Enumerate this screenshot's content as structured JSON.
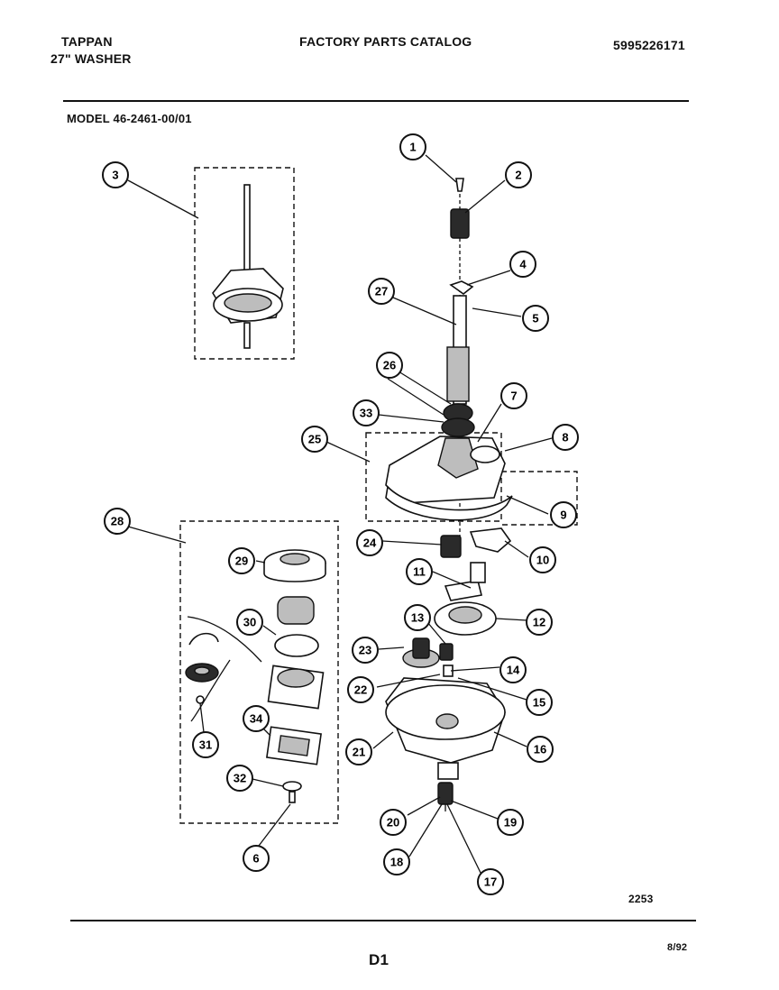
{
  "header": {
    "brand": "TAPPAN",
    "product": "27\" WASHER",
    "catalog_title": "FACTORY PARTS CATALOG",
    "part_number": "5995226171"
  },
  "model_label": "MODEL 46-2461-00/01",
  "footer": {
    "diagram_code": "2253",
    "page_id": "D1",
    "date": "8/92"
  },
  "callouts": [
    "1",
    "2",
    "3",
    "4",
    "5",
    "6",
    "7",
    "8",
    "9",
    "10",
    "11",
    "12",
    "13",
    "14",
    "15",
    "16",
    "17",
    "18",
    "19",
    "20",
    "21",
    "22",
    "23",
    "24",
    "25",
    "26",
    "27",
    "28",
    "29",
    "30",
    "31",
    "32",
    "33",
    "34"
  ]
}
